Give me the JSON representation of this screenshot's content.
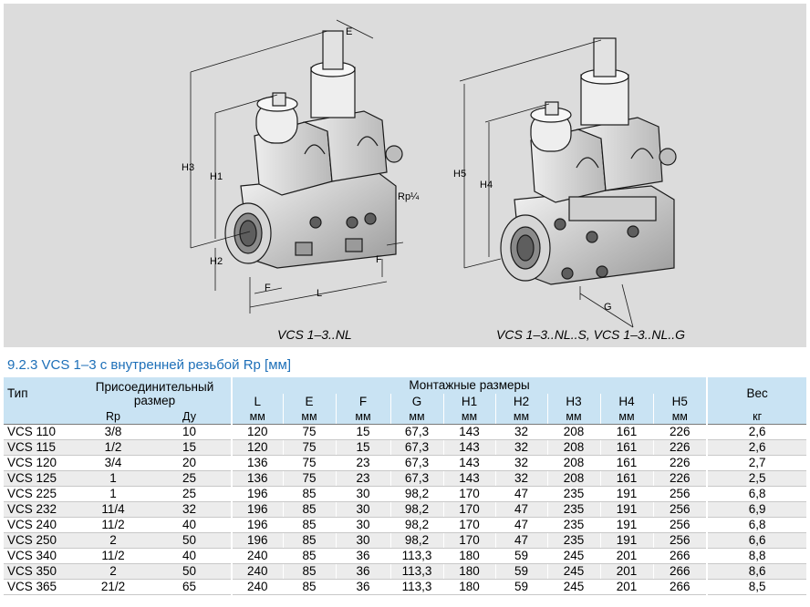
{
  "figure": {
    "caption_left": "VCS 1–3..NL",
    "caption_right": "VCS 1–3..NL..S, VCS 1–3..NL..G",
    "dim_labels": {
      "E": "E",
      "H3": "H3",
      "H1": "H1",
      "H2": "H2",
      "F1": "F",
      "F2": "F",
      "L": "L",
      "Rp": "Rp¼",
      "H5": "H5",
      "H4": "H4",
      "G": "G"
    }
  },
  "section_title": "9.2.3 VCS 1–3 с внутренней резьбой Rp [мм]",
  "table": {
    "header": {
      "type_label": "Тип",
      "connection_group": "Присоединительный размер",
      "mounting_group": "Монтажные размеры",
      "weight_label": "Вес",
      "sub_rp": "Rp",
      "sub_du": "Ду",
      "dims": [
        "L",
        "E",
        "F",
        "G",
        "H1",
        "H2",
        "H3",
        "H4",
        "H5"
      ],
      "units": [
        "мм",
        "мм",
        "мм",
        "мм",
        "мм",
        "мм",
        "мм",
        "мм",
        "мм"
      ],
      "weight_unit": "кг"
    },
    "rows": [
      [
        "VCS 110",
        "3/8",
        "10",
        "120",
        "75",
        "15",
        "67,3",
        "143",
        "32",
        "208",
        "161",
        "226",
        "2,6"
      ],
      [
        "VCS 115",
        "1/2",
        "15",
        "120",
        "75",
        "15",
        "67,3",
        "143",
        "32",
        "208",
        "161",
        "226",
        "2,6"
      ],
      [
        "VCS 120",
        "3/4",
        "20",
        "136",
        "75",
        "23",
        "67,3",
        "143",
        "32",
        "208",
        "161",
        "226",
        "2,7"
      ],
      [
        "VCS 125",
        "1",
        "25",
        "136",
        "75",
        "23",
        "67,3",
        "143",
        "32",
        "208",
        "161",
        "226",
        "2,5"
      ],
      [
        "VCS 225",
        "1",
        "25",
        "196",
        "85",
        "30",
        "98,2",
        "170",
        "47",
        "235",
        "191",
        "256",
        "6,8"
      ],
      [
        "VCS 232",
        "11/4",
        "32",
        "196",
        "85",
        "30",
        "98,2",
        "170",
        "47",
        "235",
        "191",
        "256",
        "6,9"
      ],
      [
        "VCS 240",
        "11/2",
        "40",
        "196",
        "85",
        "30",
        "98,2",
        "170",
        "47",
        "235",
        "191",
        "256",
        "6,8"
      ],
      [
        "VCS 250",
        "2",
        "50",
        "196",
        "85",
        "30",
        "98,2",
        "170",
        "47",
        "235",
        "191",
        "256",
        "6,6"
      ],
      [
        "VCS 340",
        "11/2",
        "40",
        "240",
        "85",
        "36",
        "113,3",
        "180",
        "59",
        "245",
        "201",
        "266",
        "8,8"
      ],
      [
        "VCS 350",
        "2",
        "50",
        "240",
        "85",
        "36",
        "113,3",
        "180",
        "59",
        "245",
        "201",
        "266",
        "8,6"
      ],
      [
        "VCS 365",
        "21/2",
        "65",
        "240",
        "85",
        "36",
        "113,3",
        "180",
        "59",
        "245",
        "201",
        "266",
        "8,5"
      ]
    ]
  },
  "colors": {
    "figure_bg": "#dcdcdc",
    "header_bg": "#c9e3f3",
    "title_color": "#1d6fb8",
    "stripe": "#ececec"
  }
}
